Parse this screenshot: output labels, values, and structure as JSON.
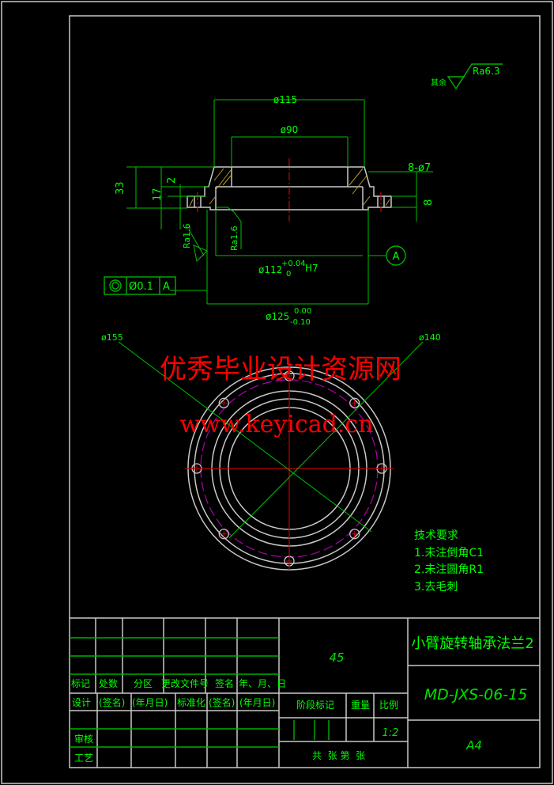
{
  "drawing": {
    "title": "小臂旋转轴承法兰2",
    "drawing_number": "MD-JXS-06-15",
    "material": "45",
    "scale": "1:2",
    "sheet_size": "A4",
    "surface_finish_default": {
      "prefix": "其余",
      "value": "Ra6.3"
    },
    "dimensions": {
      "d115": "ø115",
      "d90": "ø90",
      "holes": "8-ø7",
      "h33": "33",
      "h17": "17",
      "h2": "2",
      "h8": "8",
      "d112": "ø112",
      "d112_upper": "+0.04",
      "d112_lower": "0",
      "d112_fit": "H7",
      "d125": "ø125",
      "d125_upper": "0.00",
      "d125_lower": "-0.10",
      "d155": "ø155",
      "d140": "ø140"
    },
    "roughness_marks": [
      "Ra1.6",
      "Ra1.6"
    ],
    "datum": "A",
    "tolerance_frame": {
      "symbol": "concentricity",
      "value": "Ø0.1",
      "datum": "A"
    },
    "tech_requirements": {
      "heading": "技术要求",
      "items": [
        "1.未注倒角C1",
        "2.未注圆角R1",
        "3.去毛刺"
      ]
    },
    "watermark": {
      "line1": "优秀毕业设计资源网",
      "line2": "www.keyicad.cn"
    },
    "colors": {
      "line": "#c8c8c8",
      "dimension": "#00c000",
      "text": "#00ff00",
      "center": "#d00000",
      "pitch_circle": "#b000b0",
      "hatch": "#b8962e",
      "watermark": "#ff0000"
    }
  },
  "title_block": {
    "row_labels": [
      "标记",
      "处数",
      "分区",
      "更改文件号",
      "签名",
      "年、月、日"
    ],
    "design_row": [
      "设计",
      "(签名)",
      "(年月日)",
      "标准化",
      "(签名)",
      "(年月日)"
    ],
    "review": "审核",
    "process": "工艺",
    "stage_mark": "阶段标记",
    "weight": "重量",
    "scale_label": "比例",
    "sheets": "共  张 第  张"
  }
}
